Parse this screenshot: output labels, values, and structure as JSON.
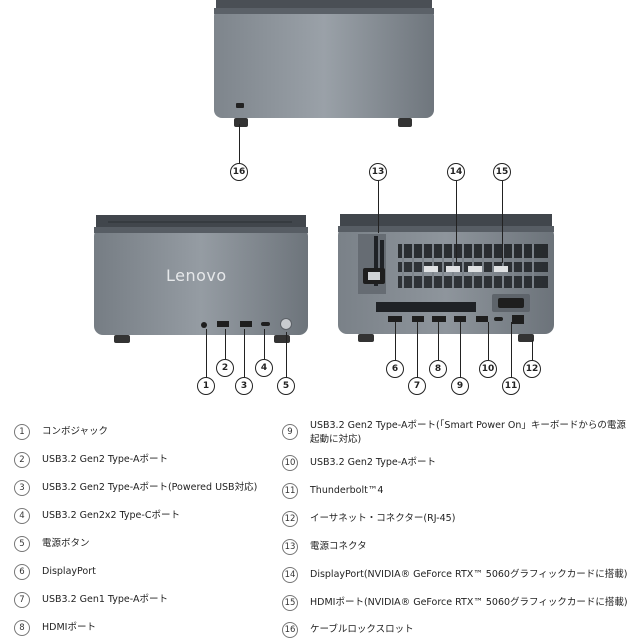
{
  "front_logo": "Lenovo",
  "callouts": [
    "1",
    "2",
    "3",
    "4",
    "5",
    "6",
    "7",
    "8",
    "9",
    "10",
    "11",
    "12",
    "13",
    "14",
    "15",
    "16"
  ],
  "legend": [
    {
      "num": "1",
      "text": "コンボジャック"
    },
    {
      "num": "2",
      "text": "USB3.2 Gen2 Type-Aポート"
    },
    {
      "num": "3",
      "text": "USB3.2 Gen2 Type-Aポート(Powered USB対応)"
    },
    {
      "num": "4",
      "text": "USB3.2 Gen2x2 Type-Cポート"
    },
    {
      "num": "5",
      "text": "電源ボタン"
    },
    {
      "num": "6",
      "text": "DisplayPort"
    },
    {
      "num": "7",
      "text": "USB3.2 Gen1 Type-Aポート"
    },
    {
      "num": "8",
      "text": "HDMIポート"
    },
    {
      "num": "9",
      "text": "USB3.2 Gen2 Type-Aポート(「Smart Power On」キーボードからの電源起動に対応)"
    },
    {
      "num": "10",
      "text": "USB3.2 Gen2 Type-Aポート"
    },
    {
      "num": "11",
      "text": "Thunderbolt™4"
    },
    {
      "num": "12",
      "text": "イーサネット・コネクター(RJ-45)"
    },
    {
      "num": "13",
      "text": "電源コネクタ"
    },
    {
      "num": "14",
      "text": "DisplayPort(NVIDIA® GeForce RTX™ 5060グラフィックカードに搭載)"
    },
    {
      "num": "15",
      "text": "HDMIポート(NVIDIA® GeForce RTX™ 5060グラフィックカードに搭載)"
    },
    {
      "num": "16",
      "text": "ケーブルロックスロット"
    }
  ]
}
